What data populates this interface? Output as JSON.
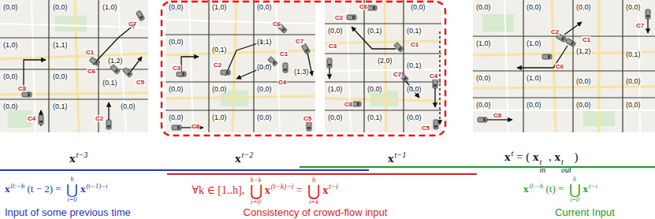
{
  "diagram": {
    "labels": [
      "(0,0)",
      "(0,0)",
      "(1,0)",
      "(1,0)",
      "(1,1)",
      "(1,2)",
      "(0,0)",
      "(0,0)",
      "(0,1)",
      "(0,0)",
      "(0,1)",
      "(0,0)",
      "(0,0)",
      "(1,0)",
      "(0,0)",
      "(0,0)",
      "(0,1)",
      "(1,1)",
      "(0,0)",
      "(1,3)",
      "(0,0)",
      "(0,0)",
      "(0,0)",
      "(0,0)",
      "(1,0)",
      "(0,0)",
      "(0,0)",
      "(0,0)",
      "(0,1)",
      "(0,1)",
      "(2,0)",
      "(0,1)",
      "(1,0)",
      "(0,0)",
      "(0,0)",
      "(0,0)",
      "(0,1)",
      "(0,0)",
      "(0,0)",
      "(0,0)",
      "(0,0)",
      "(0,0)",
      "(1,0)",
      "(1,0)",
      "(1,2)",
      "(0,1)",
      "(0,0)",
      "(1,0)",
      "(0,0)",
      "(0,0)",
      "(0,0)",
      "(0,0)",
      "(0,0)",
      "(0,0)",
      "C1",
      "C2",
      "C3",
      "C4",
      "C5",
      "C6",
      "C7",
      "C1",
      "C2",
      "C3",
      "C4",
      "C5",
      "C6",
      "C7",
      "C8",
      "C1",
      "C2",
      "C3",
      "C4",
      "C5",
      "C6",
      "C7",
      "C8",
      "C1",
      "C2",
      "C6",
      "C7",
      "C8",
      "x",
      "t−3",
      "x",
      "t−2",
      "x",
      "t−1",
      "x",
      "t",
      "= (",
      "x",
      "t",
      "in",
      ",",
      "x",
      "t",
      "out",
      ")",
      "x",
      "0:−h",
      "(t − 2) =",
      "h",
      "⋃",
      "i=0",
      "x",
      "(t−1)−i",
      "Input of some previous time",
      "∀k ∈ [1..h],",
      "h−k",
      "⋃",
      "i=0",
      "x",
      "(t−k)−i",
      "=",
      "h",
      "⋃",
      "i=k",
      "x",
      "t−i",
      "Consistency of crowd-flow input",
      "x",
      "0:−h",
      "(t) =",
      "h",
      "⋃",
      "i=0",
      "x",
      "t−i",
      "Current Input"
    ]
  }
}
